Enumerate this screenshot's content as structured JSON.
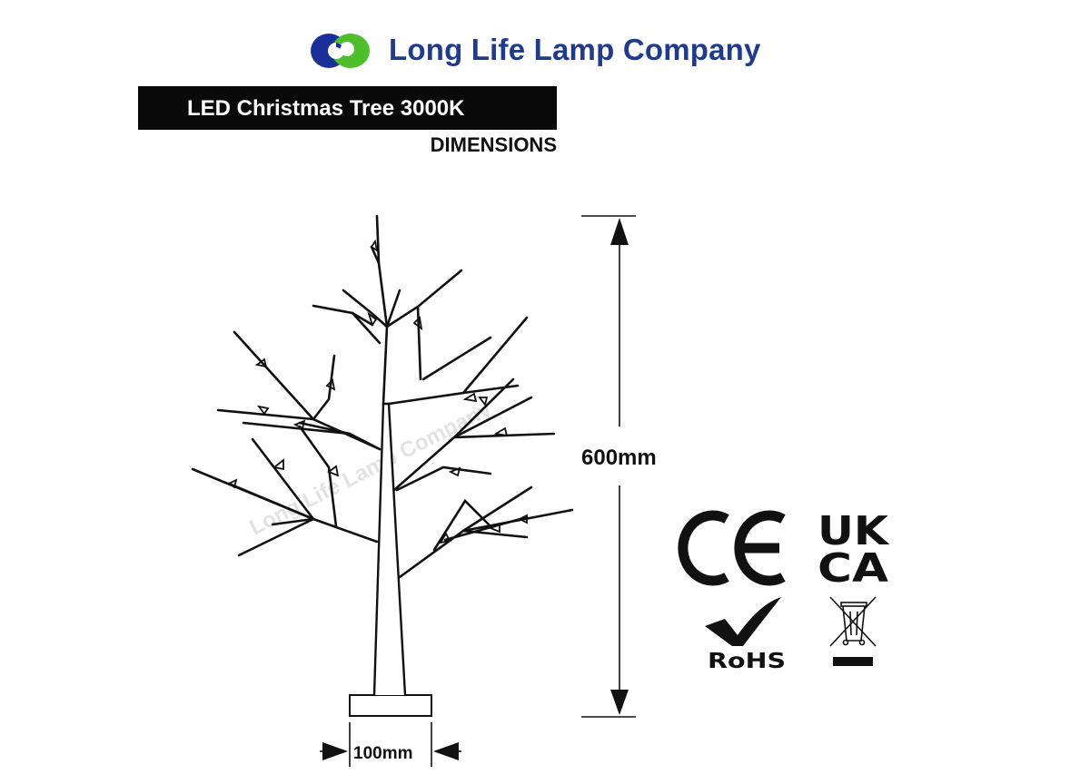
{
  "header": {
    "company_name": "Long Life Lamp Company",
    "logo_icon": "interlocking-rings-logo",
    "colors": {
      "brand_blue": "#1f3b8f",
      "logo_green": "#4cbf2a",
      "logo_navy": "#1a2f9a"
    }
  },
  "product": {
    "title": "LED Christmas Tree 3000K",
    "section": "DIMENSIONS"
  },
  "dimensions": {
    "height_label": "600mm",
    "base_width_label": "100mm"
  },
  "watermark": {
    "text": "Long Life Lamp Company"
  },
  "certifications": {
    "ce": "CE",
    "ukca_top": "UK",
    "ukca_bottom": "CA",
    "rohs": "RoHS",
    "weee_icon": "crossed-out-bin-icon"
  }
}
